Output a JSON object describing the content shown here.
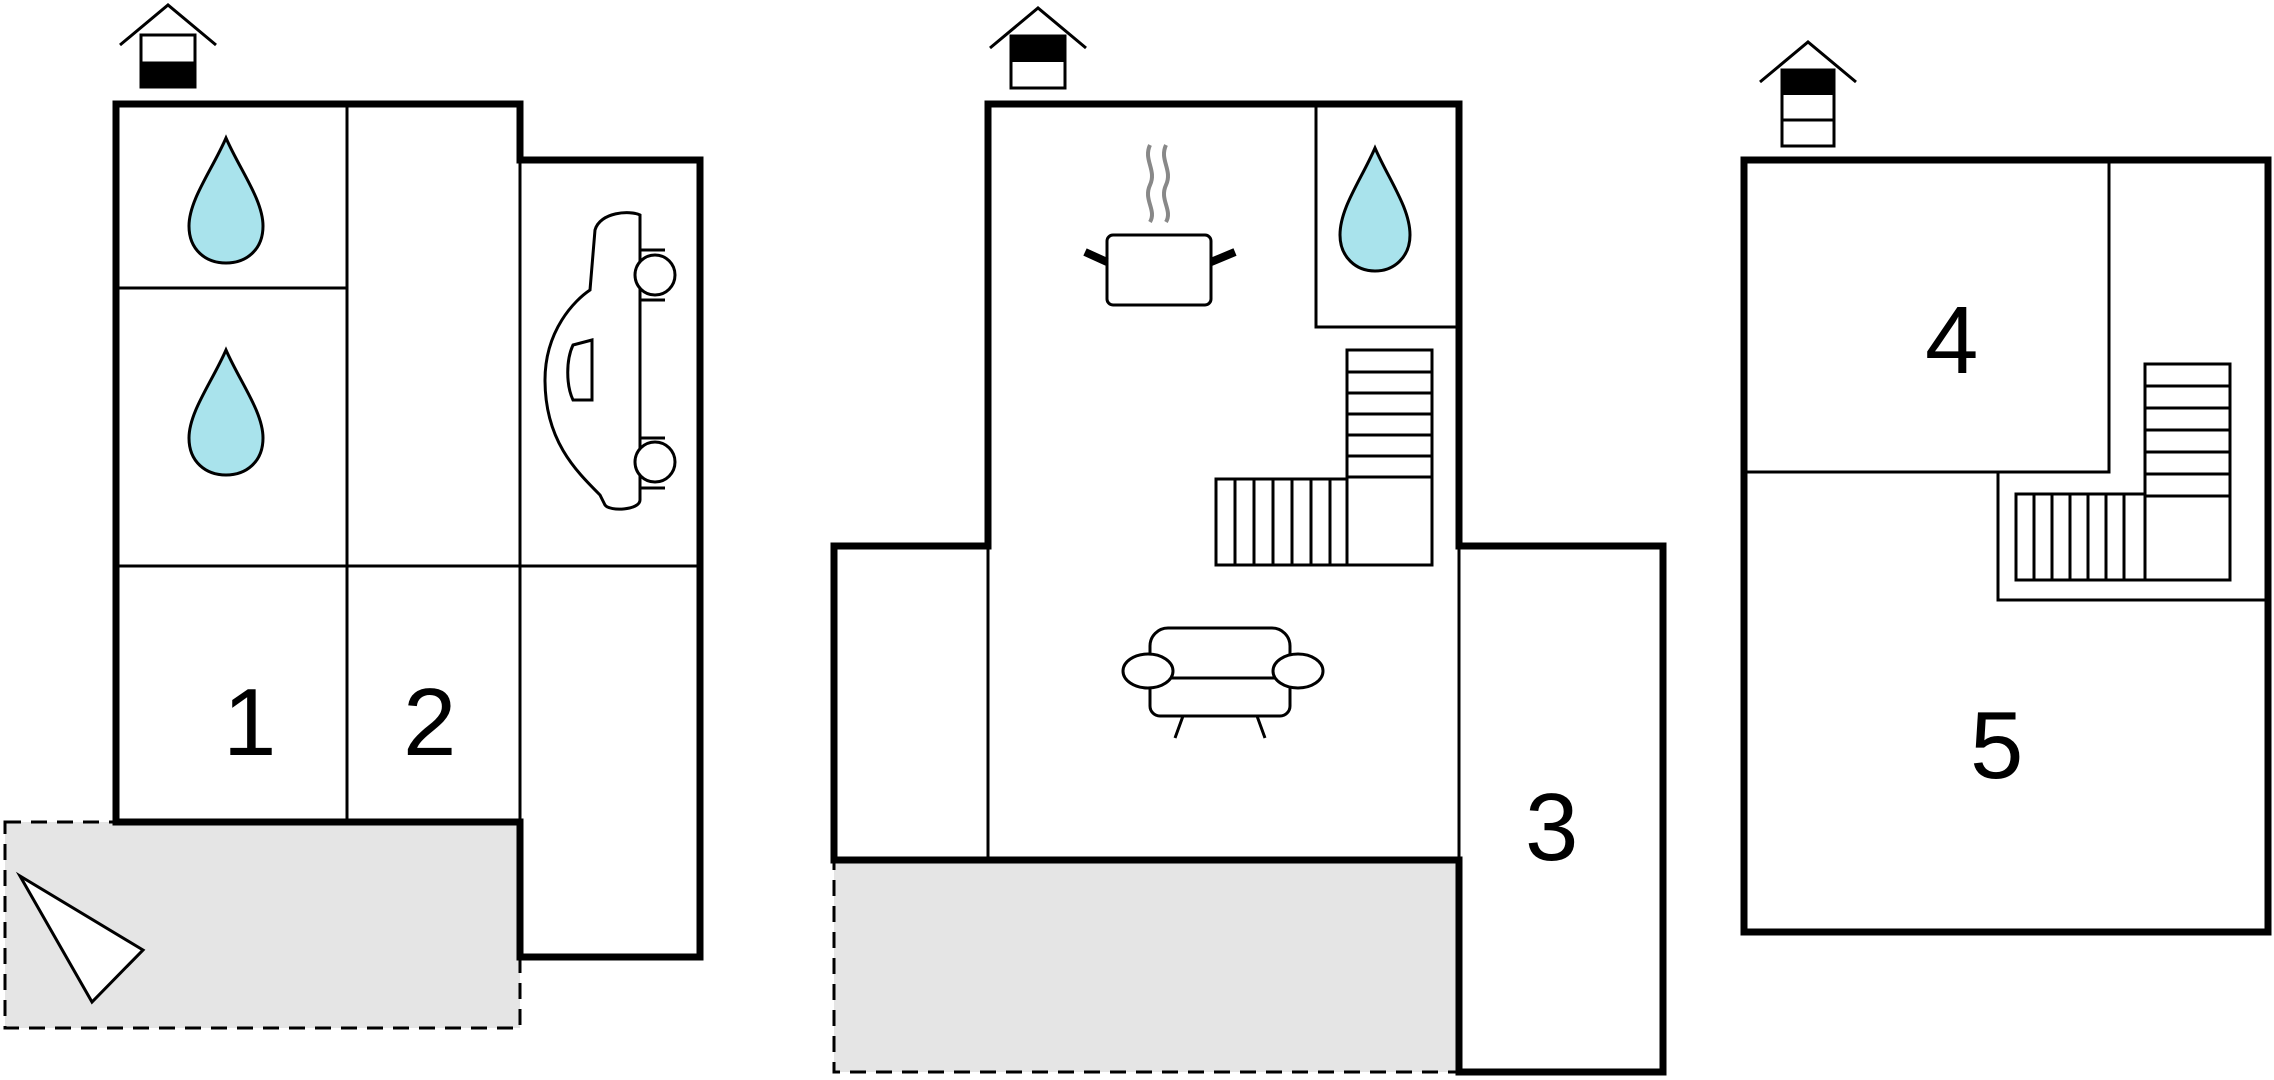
{
  "rooms": {
    "r1": "1",
    "r2": "2",
    "r3": "3",
    "r4": "4",
    "r5": "5"
  },
  "floors": [
    {
      "name": "ground-floor",
      "level_icon": "floor-level-icon-bottom"
    },
    {
      "name": "first-floor",
      "level_icon": "floor-level-icon-middle"
    },
    {
      "name": "second-floor",
      "level_icon": "floor-level-icon-top"
    }
  ],
  "icons": [
    "water-drop-icon",
    "car-icon",
    "cooking-pot-icon",
    "sofa-icon",
    "stairs-icon",
    "north-arrow-icon"
  ],
  "colors": {
    "water": "#a9e3ec",
    "terrace": "#e5e5e5"
  }
}
